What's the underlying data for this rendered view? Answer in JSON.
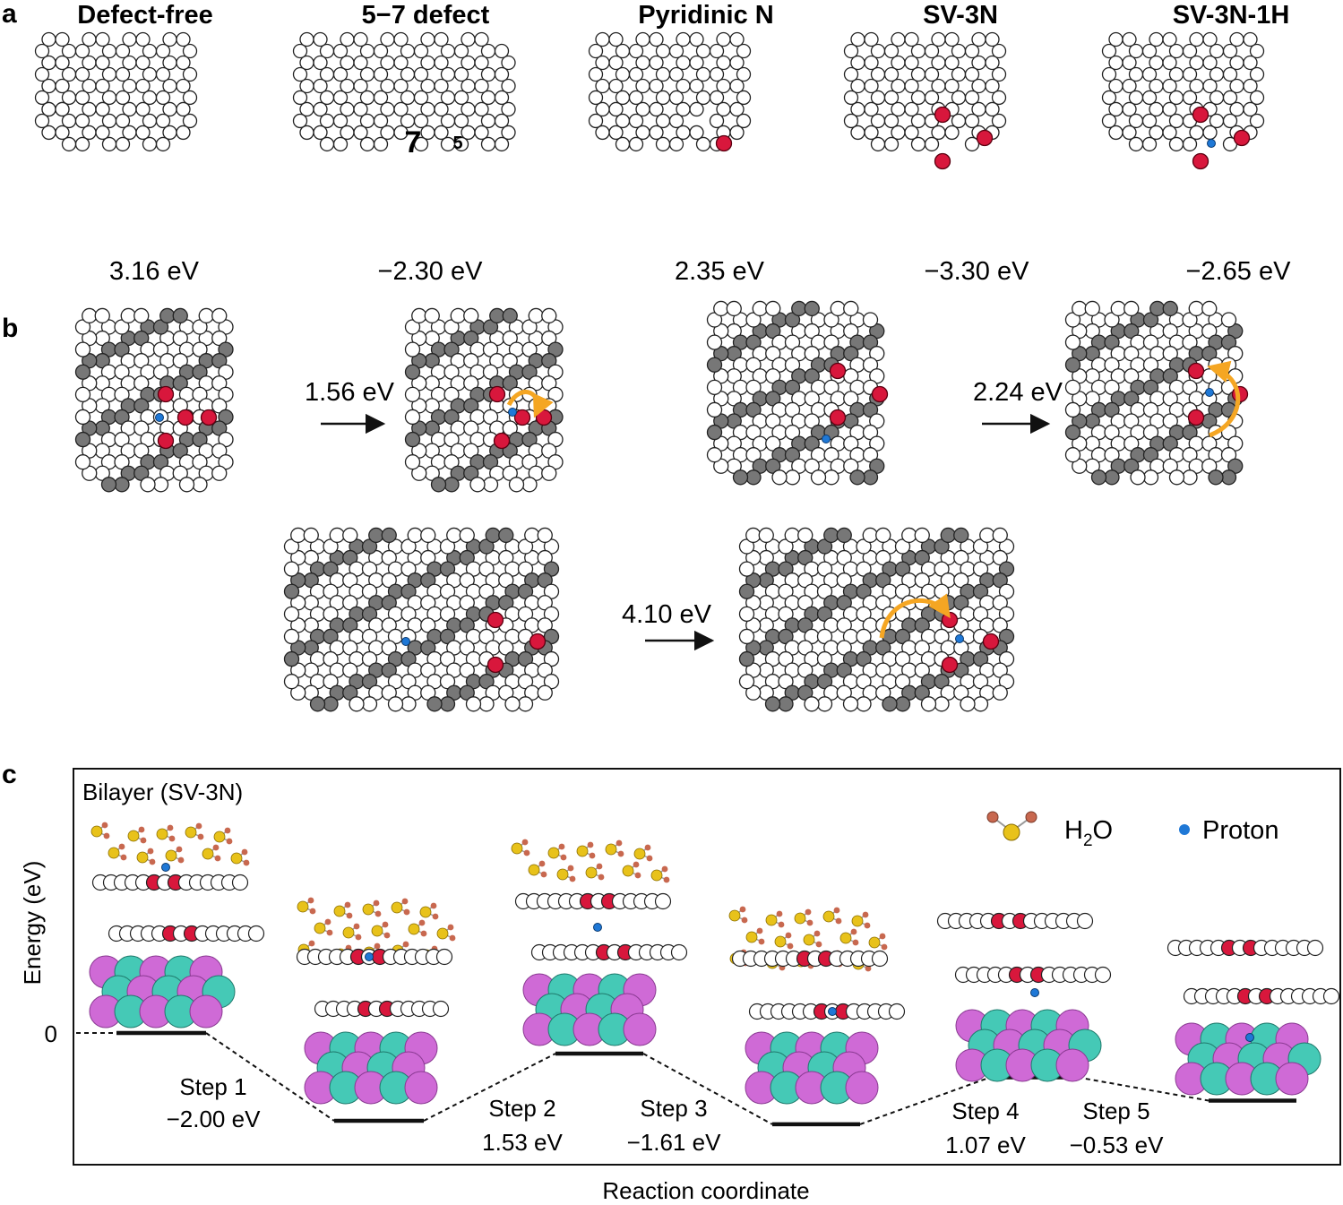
{
  "panel_a": {
    "label": "a",
    "structures": [
      {
        "title": "Defect-free",
        "energy": "3.16 eV"
      },
      {
        "title": "5−7 defect",
        "energy": "−2.30 eV",
        "ring_labels": [
          "7",
          "5"
        ]
      },
      {
        "title": "Pyridinic N",
        "energy": "2.35 eV"
      },
      {
        "title": "SV-3N",
        "energy": "−3.30 eV"
      },
      {
        "title": "SV-3N-1H",
        "energy": "−2.65 eV"
      }
    ]
  },
  "panel_b": {
    "label": "b",
    "transitions": [
      {
        "barrier": "1.56 eV"
      },
      {
        "barrier": "2.24 eV"
      },
      {
        "barrier": "4.10 eV"
      }
    ]
  },
  "panel_c": {
    "label": "c",
    "box_title": "Bilayer (SV-3N)",
    "legend": {
      "water": "H₂O",
      "water_main": "H",
      "water_sub": "2",
      "water_tail": "O",
      "proton": "Proton"
    },
    "ylabel": "Energy (eV)",
    "xlabel": "Reaction coordinate",
    "zero_tick": "0",
    "steps": [
      {
        "name": "Step 1",
        "value": "−2.00 eV"
      },
      {
        "name": "Step 2",
        "value": "1.53 eV"
      },
      {
        "name": "Step 3",
        "value": "−1.61 eV"
      },
      {
        "name": "Step 4",
        "value": "1.07 eV"
      },
      {
        "name": "Step 5",
        "value": "−0.53 eV"
      }
    ],
    "energy_levels": [
      0,
      -2.0,
      -0.47,
      -2.08,
      -1.01,
      -1.54
    ]
  },
  "colors": {
    "nitrogen": "#d8173c",
    "proton": "#1f78d6",
    "oxygen_water": "#e8c21a",
    "hydrogen_water": "#c8684f",
    "arrow": "#f5a623",
    "substrate_cyan": "#45c9b6",
    "substrate_magenta": "#cf6ad6",
    "lower_layer": "#707070"
  }
}
